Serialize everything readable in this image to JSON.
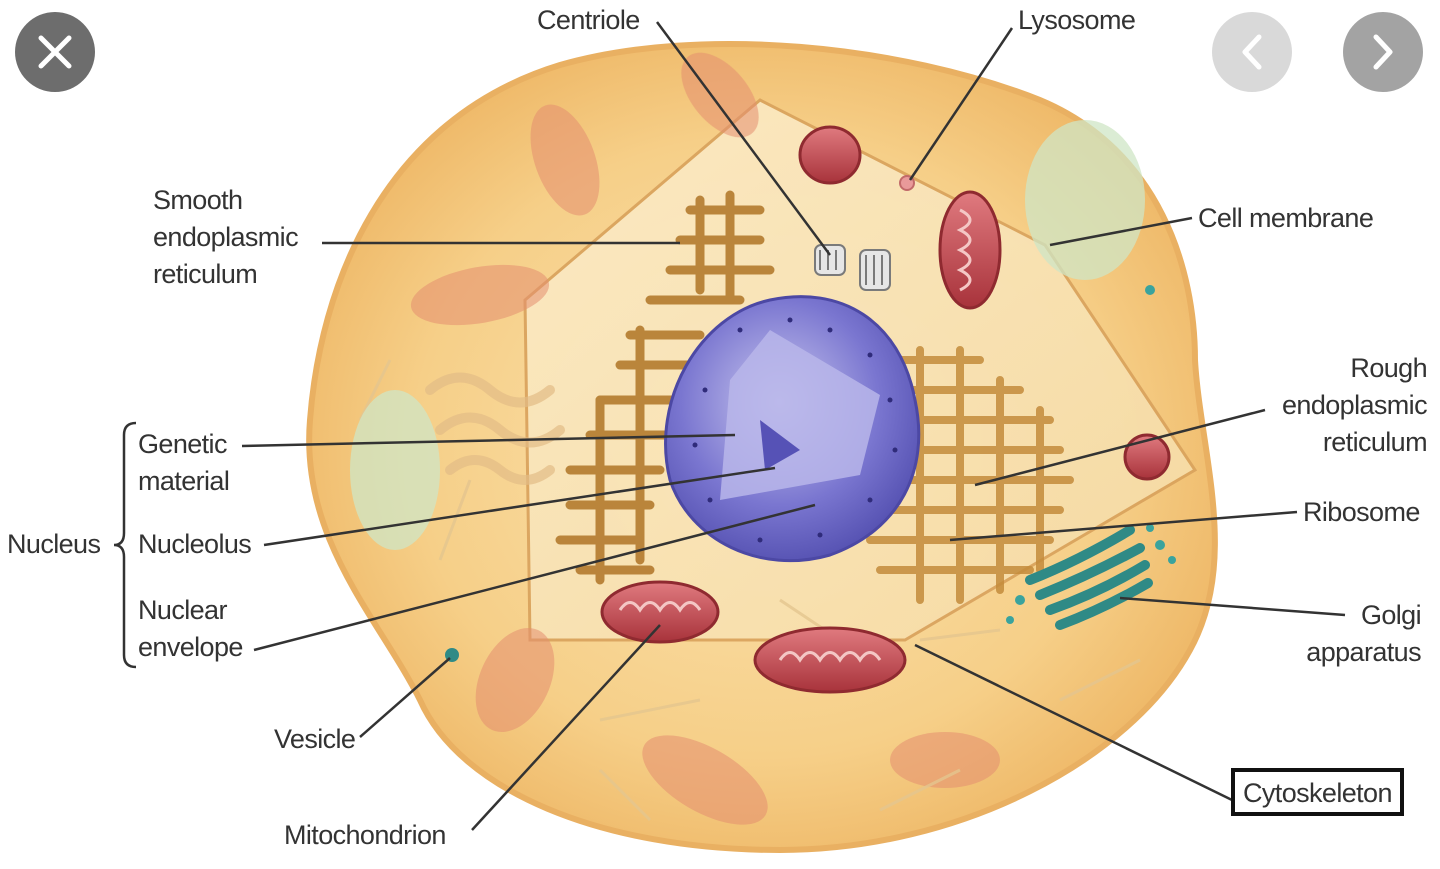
{
  "nav": {
    "close_icon": "close-icon",
    "prev_icon": "chevron-left-icon",
    "next_icon": "chevron-right-icon"
  },
  "labels": {
    "centriole": "Centriole",
    "lysosome": "Lysosome",
    "smooth_er": [
      "Smooth",
      "endoplasmic",
      "reticulum"
    ],
    "cell_membrane": "Cell membrane",
    "rough_er": [
      "Rough",
      "endoplasmic",
      "reticulum"
    ],
    "genetic_material": [
      "Genetic",
      "material"
    ],
    "nucleus": "Nucleus",
    "nucleolus": "Nucleolus",
    "nuclear_envelope": [
      "Nuclear",
      "envelope"
    ],
    "ribosome": "Ribosome",
    "golgi": [
      "Golgi",
      "apparatus"
    ],
    "vesicle": "Vesicle",
    "mitochondrion": "Mitochondrion",
    "cytoskeleton": "Cytoskeleton"
  },
  "colors": {
    "cytoplasm": "#f5cf8a",
    "membrane": "#e7b56a",
    "nucleus": "#6f6bc8",
    "mitochondria": "#c0444b",
    "er": "#c48a3a",
    "golgi": "#3a9b95",
    "label_text": "#333333"
  }
}
